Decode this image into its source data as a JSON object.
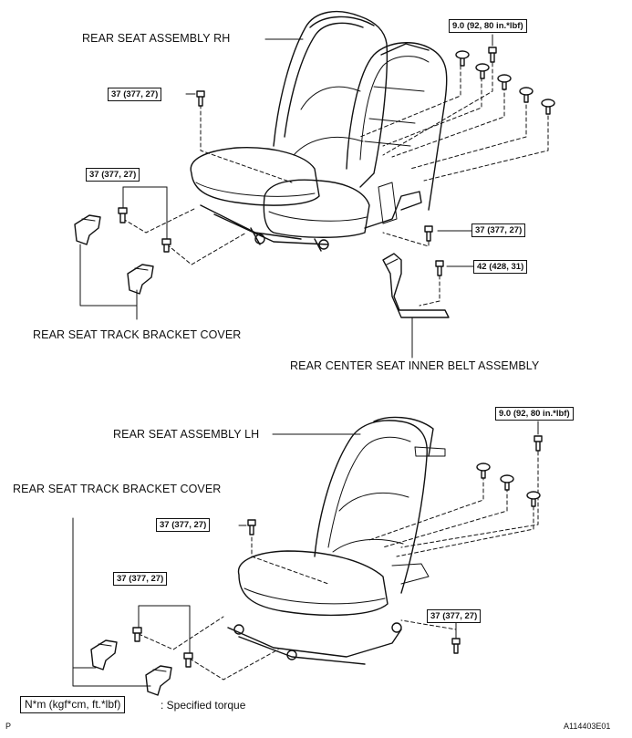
{
  "labels": {
    "seat_rh": "REAR SEAT ASSEMBLY RH",
    "seat_lh": "REAR SEAT ASSEMBLY LH",
    "track_cover_top": "REAR SEAT TRACK BRACKET COVER",
    "track_cover_bottom": "REAR SEAT TRACK BRACKET COVER",
    "center_belt": "REAR CENTER SEAT INNER BELT ASSEMBLY"
  },
  "torques": {
    "t1": "9.0 (92, 80 in.*lbf)",
    "t2": "37 (377, 27)",
    "t3": "37 (377, 27)",
    "t4": "37 (377, 27)",
    "t5": "42 (428, 31)",
    "t6": "9.0 (92, 80 in.*lbf)",
    "t7": "37 (377, 27)",
    "t8": "37 (377, 27)",
    "t9": "37 (377, 27)"
  },
  "legend": {
    "unit": "N*m (kgf*cm, ft.*lbf)",
    "text": ": Specified torque"
  },
  "footer": {
    "page_mark": "P",
    "figure_id": "A114403E01"
  }
}
